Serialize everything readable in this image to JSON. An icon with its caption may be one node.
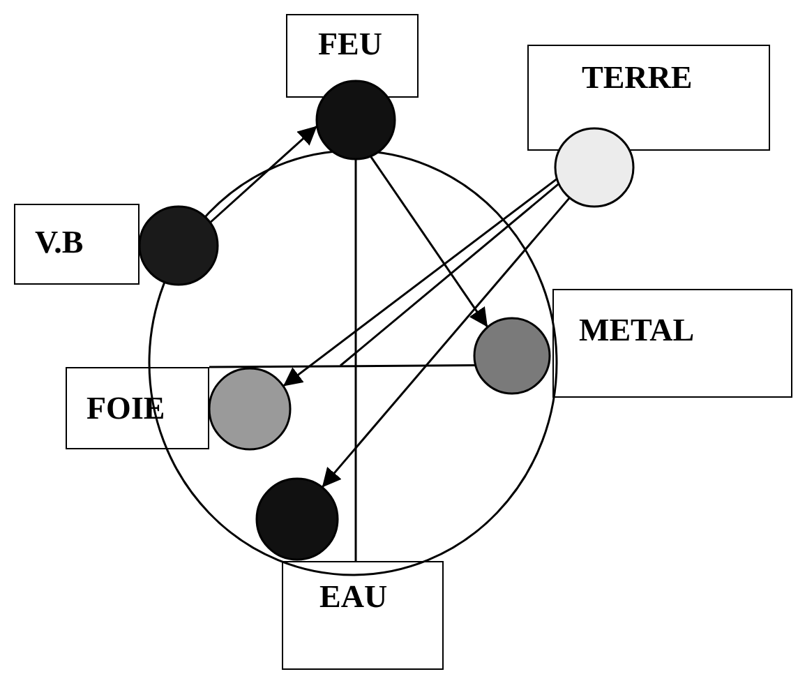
{
  "diagram": {
    "nodes": [
      {
        "text": [
          "FEU"
        ]
      },
      {
        "text": [],
        "shape": "circle"
      },
      {
        "text": [
          "TERRE"
        ]
      },
      {
        "text": [],
        "shape": "circle"
      },
      {
        "text": [
          "V.B"
        ]
      },
      {
        "text": [],
        "shape": "circle"
      },
      {
        "text": [
          "METAL"
        ]
      },
      {
        "text": [],
        "shape": "circle"
      },
      {
        "text": [
          "FOIE"
        ]
      },
      {
        "text": [],
        "shape": "circle"
      },
      {
        "text": [],
        "shape": "circle"
      },
      {
        "text": [
          "EAU"
        ]
      }
    ],
    "edges": [
      {
        "from": 5,
        "to": 1,
        "arrow": "to"
      },
      {
        "from": 1,
        "to": 7,
        "arrow": "to"
      },
      {
        "from": 3,
        "to": 9,
        "arrow": "to"
      },
      {
        "from": 3,
        "to": null,
        "arrow": "none"
      },
      {
        "from": 3,
        "to": 10,
        "arrow": "to"
      },
      {
        "from": 1,
        "to": 11,
        "arrow": "none"
      },
      {
        "from": 8,
        "to": 7,
        "arrow": "none"
      }
    ]
  }
}
